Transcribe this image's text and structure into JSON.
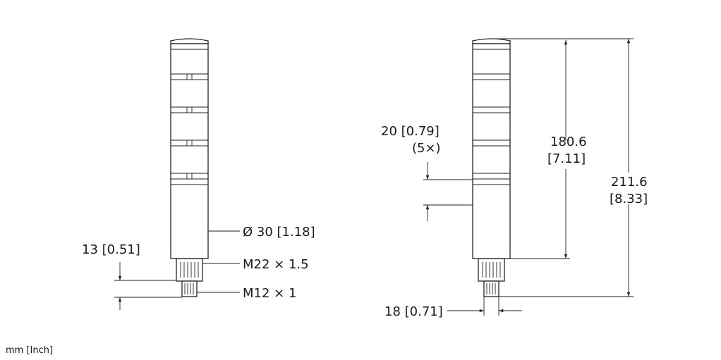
{
  "front_view": {
    "dim_thread_length": "13 [0.51]",
    "dim_diameter": "Ø 30 [1.18]",
    "thread_main": "M22 × 1.5",
    "thread_connector": "M12 × 1"
  },
  "side_view": {
    "dim_segment": "20 [0.79]",
    "dim_segment_count": "(5×)",
    "dim_body_height_mm": "180.6",
    "dim_body_height_in": "[7.11]",
    "dim_total_height_mm": "211.6",
    "dim_total_height_in": "[8.33]",
    "dim_connector_width": "18 [0.71]"
  },
  "units_note": "mm [Inch]",
  "colors": {
    "line": "#222222",
    "background": "#ffffff"
  }
}
